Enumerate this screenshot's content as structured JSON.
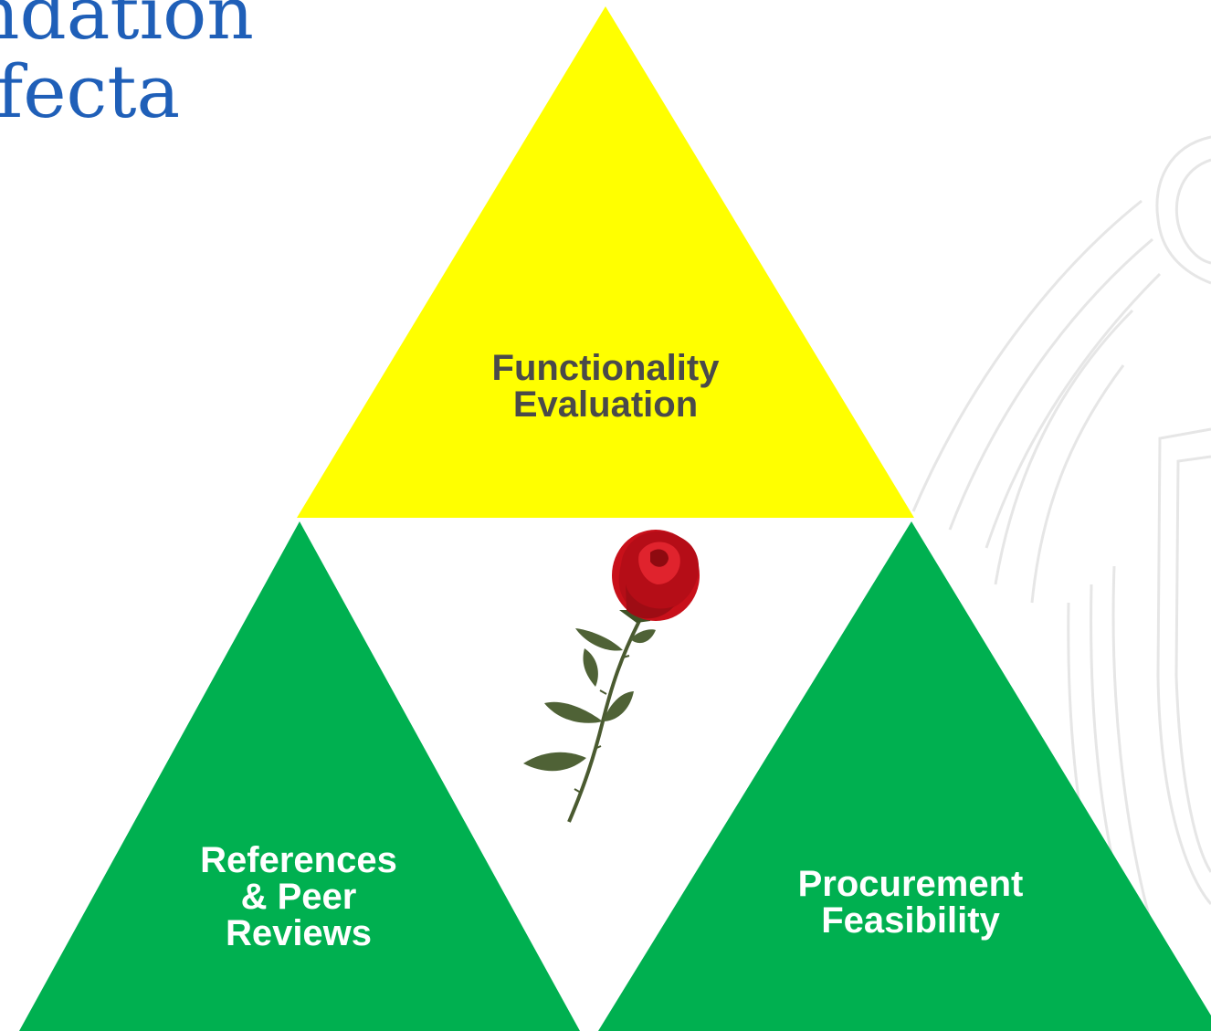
{
  "title": {
    "line1": "ndation",
    "line2": "ifecta"
  },
  "colors": {
    "title": "#1f5fb8",
    "top_triangle": "#ffff00",
    "bottom_triangles": "#00b050",
    "top_label": "#4a4a4a",
    "bottom_label": "#ffffff",
    "watermark": "#e6e6e6",
    "rose": "#cc1111",
    "leaf": "#4f6236"
  },
  "triangles": {
    "top": {
      "line1": "Functionality",
      "line2": "Evaluation"
    },
    "left": {
      "line1": "References",
      "line2": "& Peer",
      "line3": "Reviews"
    },
    "right": {
      "line1": "Procurement",
      "line2": "Feasibility"
    }
  },
  "center_image": {
    "icon": "rose-icon"
  },
  "background_image": {
    "icon": "eagle-seal-watermark"
  }
}
